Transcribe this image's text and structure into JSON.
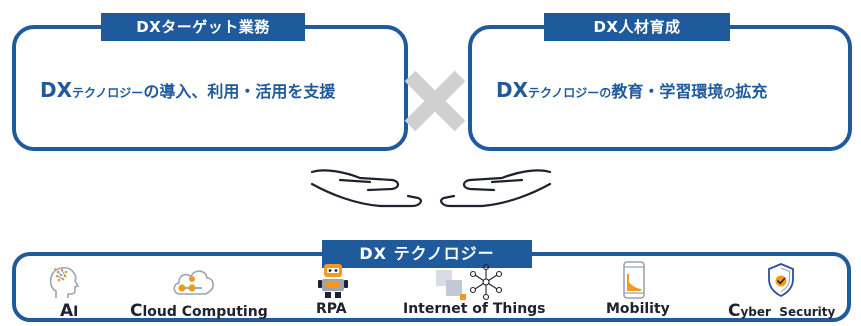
{
  "left_box": {
    "label": "DXターゲット業務",
    "text_prefix": "DX",
    "text_small": "テクノロジー",
    "text_rest": "の導入、利用・活用を支援"
  },
  "right_box": {
    "label": "DX人材育成",
    "text_prefix": "DX",
    "text_small": "テクノロジーの",
    "text_rest_a": "教育・学習環境",
    "text_small_b": "の",
    "text_rest_b": "拡充"
  },
  "technology": {
    "label": "DX テクノロジー",
    "items": [
      {
        "first": "A",
        "rest": "I",
        "icon": "ai-head-icon"
      },
      {
        "first": "C",
        "rest": "loud Computing",
        "icon": "cloud-icon"
      },
      {
        "first": "",
        "rest": "RPA",
        "icon": "robot-icon"
      },
      {
        "first": "",
        "rest": "Internet of Things",
        "icon": "iot-network-icon"
      },
      {
        "first": "",
        "rest": "Mobility",
        "icon": "smartphone-icon"
      },
      {
        "first": "C",
        "rest": "yber  Security",
        "icon": "shield-check-icon"
      }
    ]
  },
  "colors": {
    "primary": "#1f5a9c",
    "cross": "#d0d0d0",
    "icon_orange": "#f29a1f",
    "icon_gray": "#9aa4b2"
  }
}
